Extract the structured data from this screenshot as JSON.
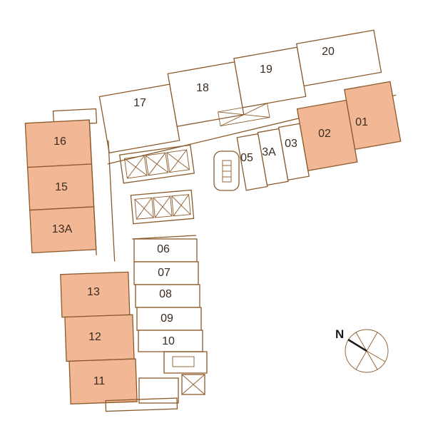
{
  "units": [
    {
      "id": "16",
      "label": "16",
      "highlighted": true
    },
    {
      "id": "15",
      "label": "15",
      "highlighted": true
    },
    {
      "id": "13A",
      "label": "13A",
      "highlighted": true
    },
    {
      "id": "13",
      "label": "13",
      "highlighted": true
    },
    {
      "id": "12",
      "label": "12",
      "highlighted": true
    },
    {
      "id": "11",
      "label": "11",
      "highlighted": true
    },
    {
      "id": "17",
      "label": "17",
      "highlighted": false
    },
    {
      "id": "18",
      "label": "18",
      "highlighted": false
    },
    {
      "id": "19",
      "label": "19",
      "highlighted": false
    },
    {
      "id": "20",
      "label": "20",
      "highlighted": false
    },
    {
      "id": "02",
      "label": "02",
      "highlighted": true
    },
    {
      "id": "01",
      "label": "01",
      "highlighted": true
    },
    {
      "id": "05",
      "label": "05",
      "highlighted": false
    },
    {
      "id": "3A",
      "label": "3A",
      "highlighted": false
    },
    {
      "id": "03",
      "label": "03",
      "highlighted": false
    },
    {
      "id": "06",
      "label": "06",
      "highlighted": false
    },
    {
      "id": "07",
      "label": "07",
      "highlighted": false
    },
    {
      "id": "08",
      "label": "08",
      "highlighted": false
    },
    {
      "id": "09",
      "label": "09",
      "highlighted": false
    },
    {
      "id": "10",
      "label": "10",
      "highlighted": false
    }
  ],
  "compass": {
    "label": "N"
  },
  "colors": {
    "highlight": "#f2b896",
    "line": "#8b5a2b",
    "text": "#3b2a1e"
  }
}
